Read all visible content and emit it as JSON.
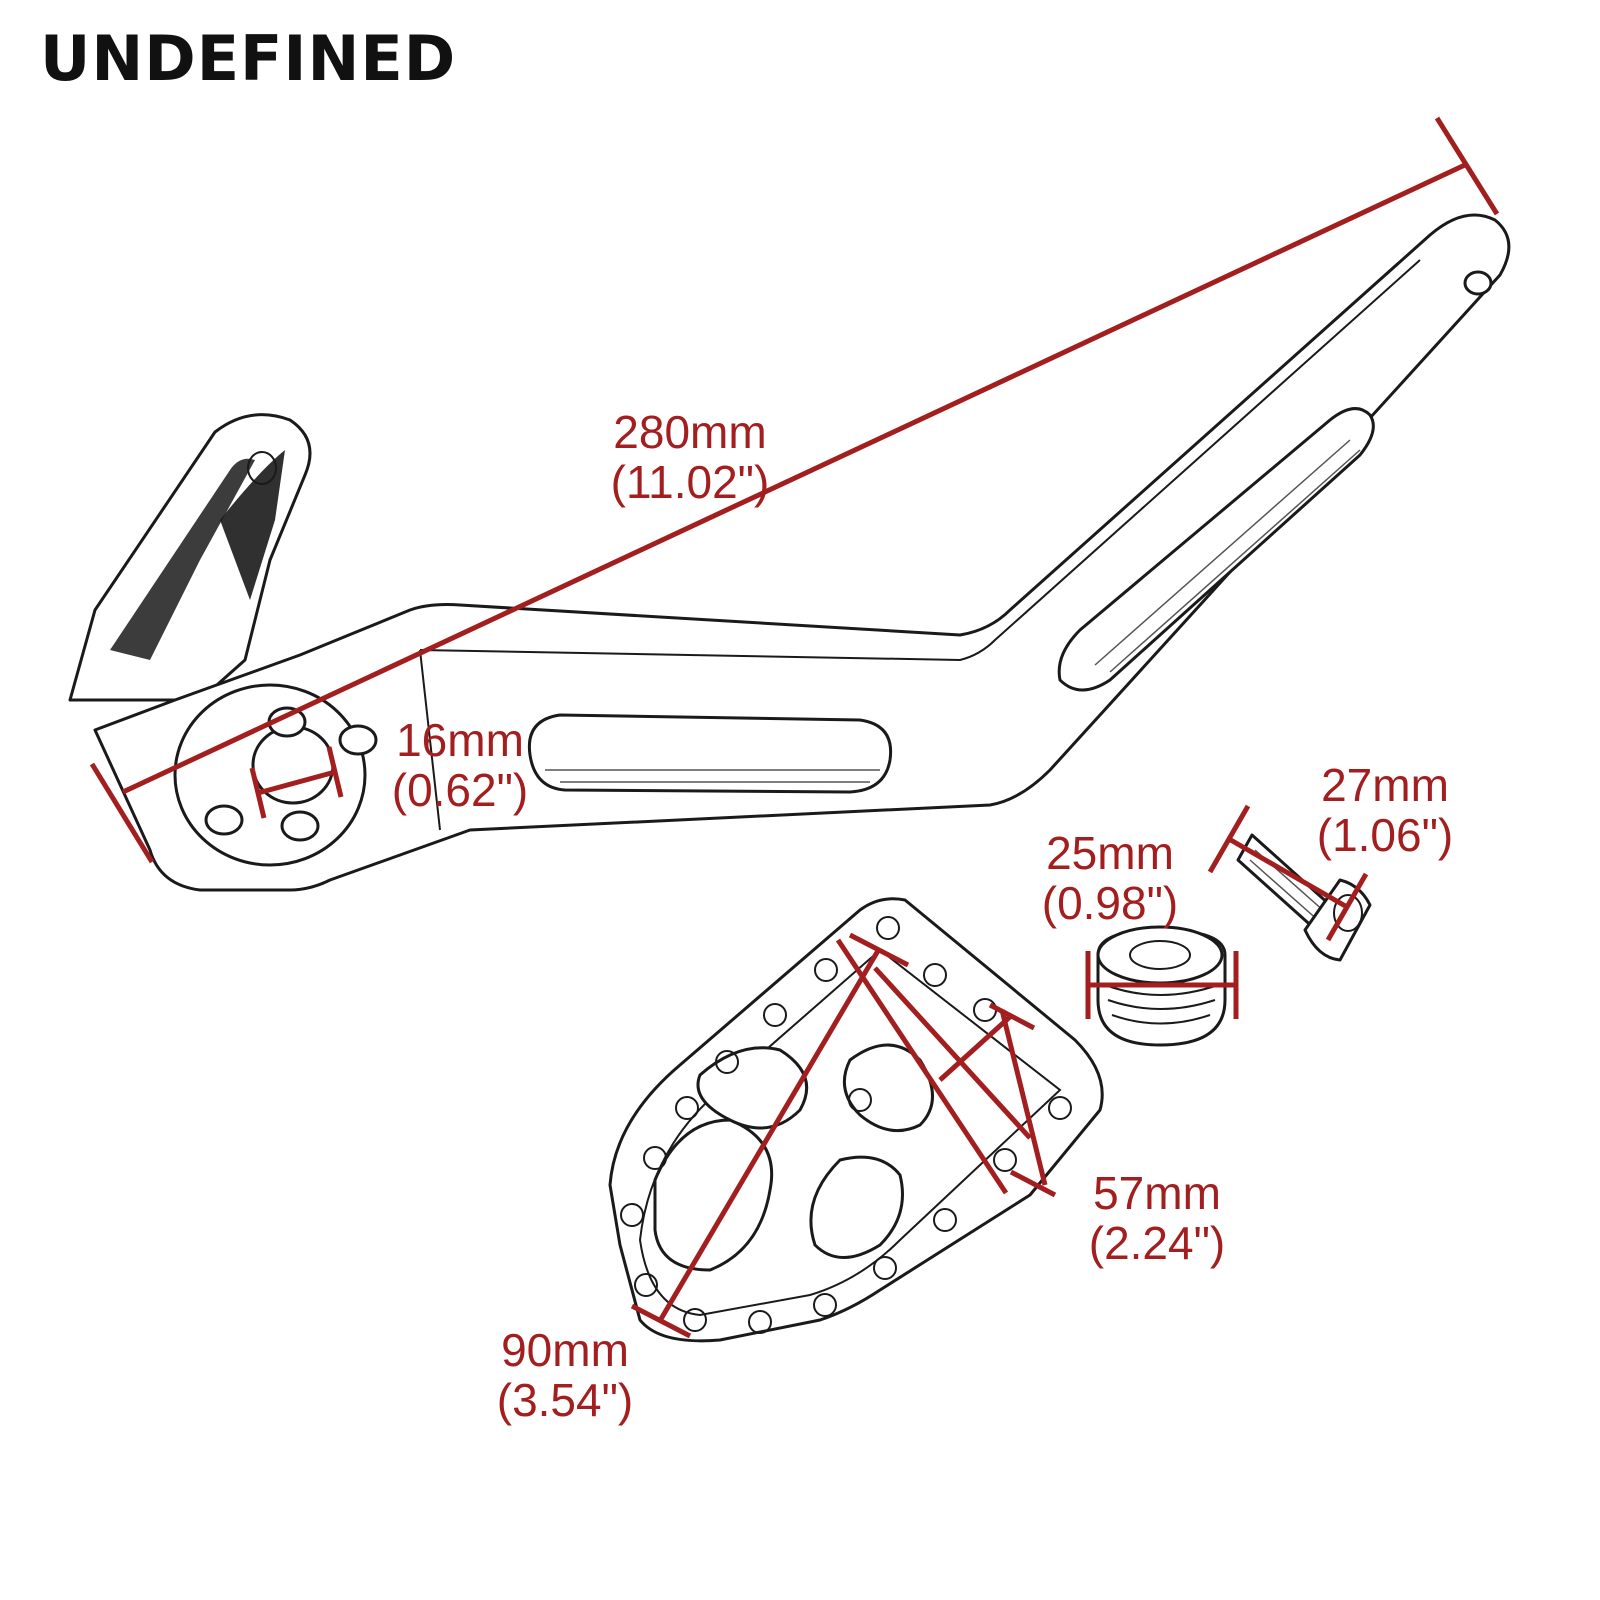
{
  "brand": "UNDEFINED",
  "colors": {
    "dimension": "#a31f1f",
    "outline": "#1a1a1a",
    "background": "#ffffff"
  },
  "dimensions": {
    "overall_length": {
      "metric": "280mm",
      "imperial": "(11.02\")"
    },
    "pivot_bore": {
      "metric": "16mm",
      "imperial": "(0.62\")"
    },
    "bolt": {
      "metric": "27mm",
      "imperial": "(1.06\")"
    },
    "spacer": {
      "metric": "25mm",
      "imperial": "(0.98\")"
    },
    "peg_width": {
      "metric": "57mm",
      "imperial": "(2.24\")"
    },
    "peg_length": {
      "metric": "90mm",
      "imperial": "(3.54\")"
    }
  }
}
